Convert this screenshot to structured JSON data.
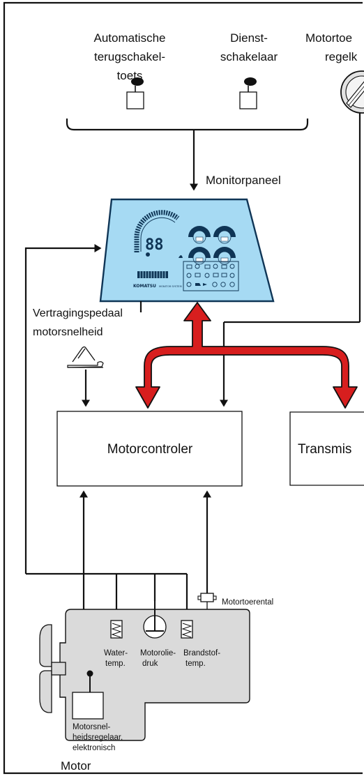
{
  "inputs": {
    "auto_return_switch": [
      "Automatische",
      "terugschakel-",
      "toets"
    ],
    "service_switch": [
      "Dienst-",
      "schakelaar"
    ],
    "engine_speed_dial": [
      "Motortoe",
      "regelk"
    ]
  },
  "monitor": {
    "label": "Monitorpaneel",
    "brand": "KOMATSU",
    "subtitle": "MONITOR SYSTEM",
    "digits": "88"
  },
  "pedal": {
    "label": [
      "Vertragingspedaal",
      "motorsnelheid"
    ]
  },
  "controllers": {
    "engine": "Motorcontroler",
    "transmission": "Transmis"
  },
  "engine": {
    "speed_sensor": "Motortoerental",
    "water_temp": [
      "Water-",
      "temp."
    ],
    "oil_pressure": [
      "Motorolie-",
      "druk"
    ],
    "fuel_temp": [
      "Brandstof-",
      "temp."
    ],
    "governor": [
      "Motorsnel-",
      "heidsregelaar,",
      "elektronisch"
    ],
    "title": "Motor"
  },
  "colors": {
    "panel_fill": "#a6daf3",
    "panel_stroke": "#0f3556",
    "bus_arrow": "#d71e1e",
    "engine_fill": "#dadada",
    "line": "#111111"
  }
}
